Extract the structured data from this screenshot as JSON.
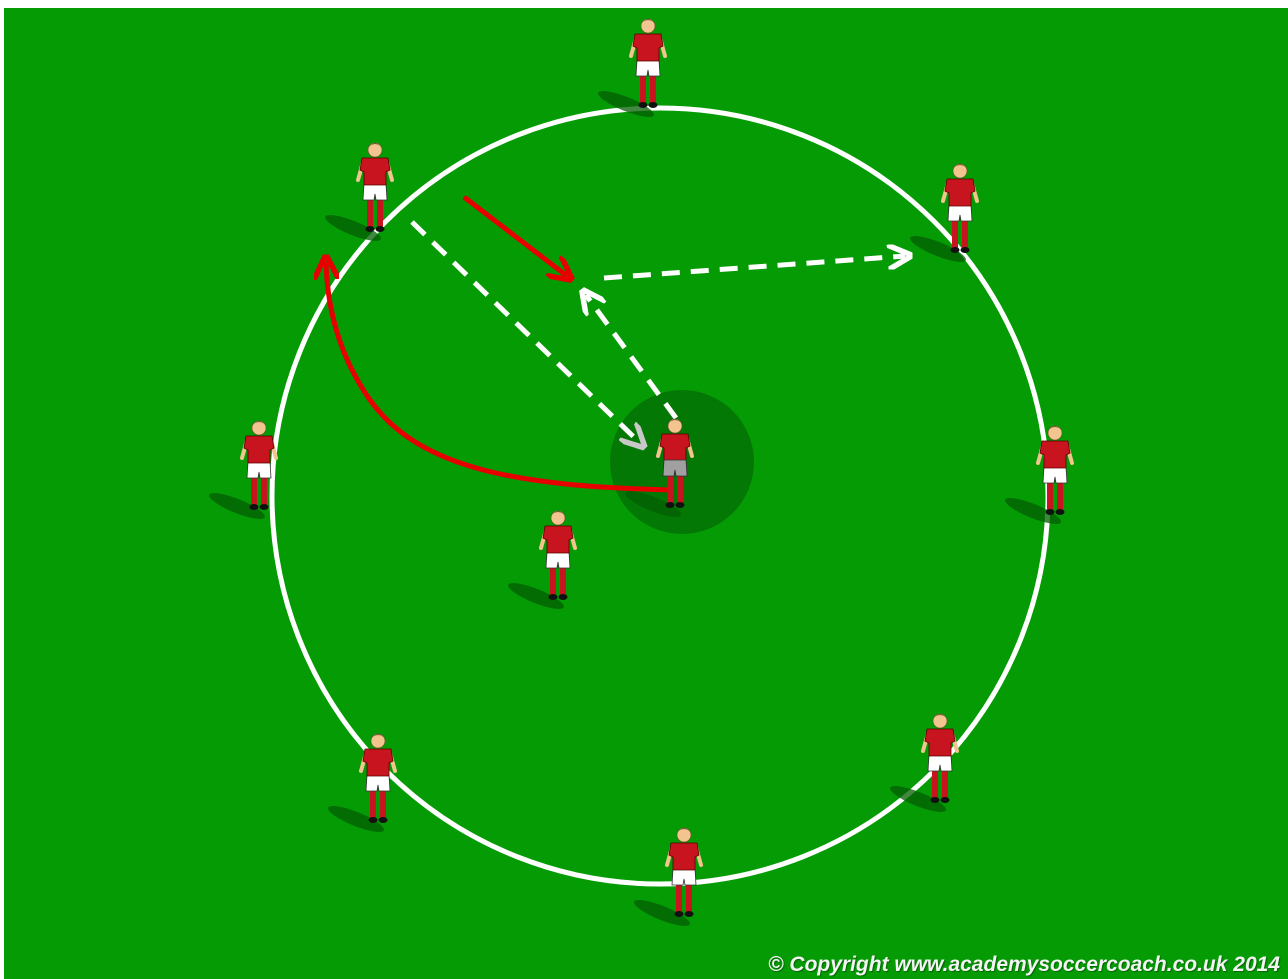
{
  "pitch": {
    "grass_color": "#049b04",
    "line_color": "#ffffff",
    "zone_color": "#047804"
  },
  "players": {
    "kit_shirt": "#c8141e",
    "kit_shorts": "#ffffff",
    "kit_socks": "#c8141e",
    "skin": "#f2c48e",
    "items": [
      {
        "id": "ring-top",
        "shorts": "white"
      },
      {
        "id": "ring-top-left",
        "shorts": "white"
      },
      {
        "id": "ring-top-right",
        "shorts": "white"
      },
      {
        "id": "ring-left",
        "shorts": "white"
      },
      {
        "id": "ring-right",
        "shorts": "white"
      },
      {
        "id": "ring-bottom-left",
        "shorts": "white"
      },
      {
        "id": "ring-bottom",
        "shorts": "white"
      },
      {
        "id": "ring-bottom-right",
        "shorts": "white"
      },
      {
        "id": "inner-defender",
        "shorts": "white"
      },
      {
        "id": "center-player",
        "shorts": "grey"
      }
    ]
  },
  "arrows": {
    "pass_color": "#ffffff",
    "run_color": "#e60000"
  },
  "footer": {
    "copyright": "© Copyright www.academysoccercoach.co.uk 2014"
  }
}
